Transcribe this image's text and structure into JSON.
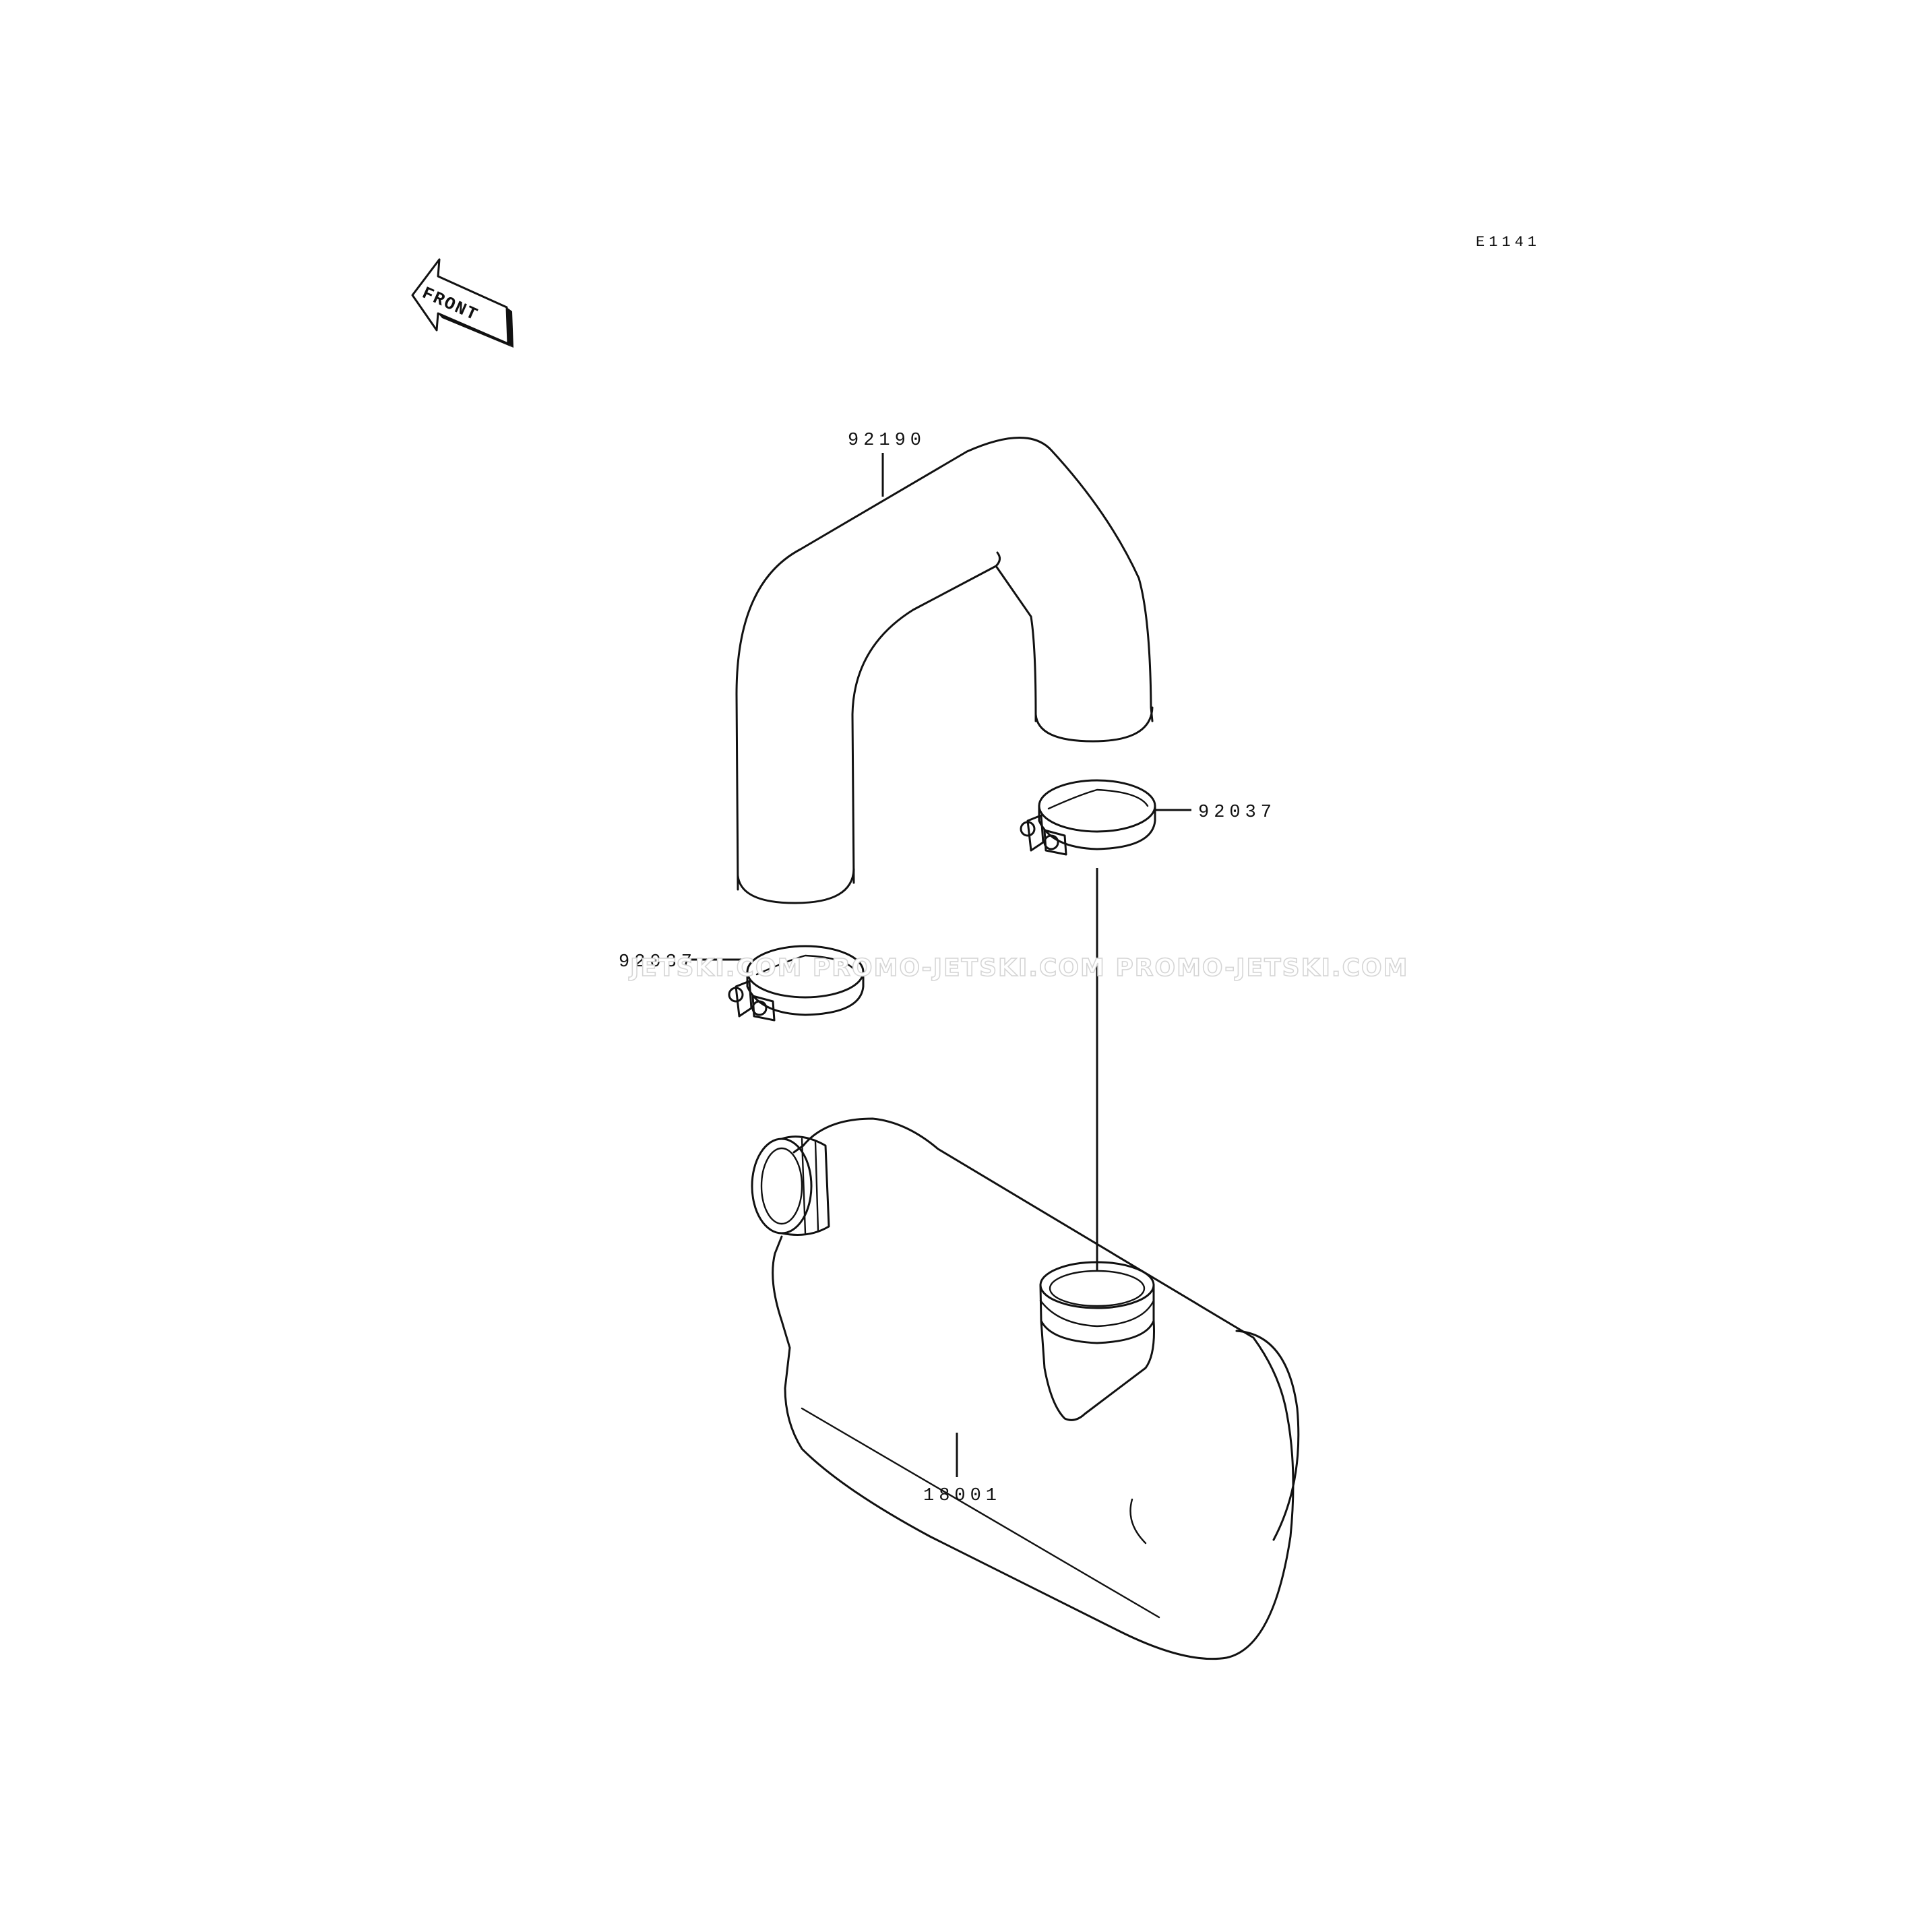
{
  "diagram_code": "E1141",
  "front_indicator": {
    "text": "FRONT",
    "icon": "front-arrow-icon"
  },
  "parts": [
    {
      "number": "92190"
    },
    {
      "number": "92037"
    },
    {
      "number": "92037"
    },
    {
      "number": "18001"
    }
  ],
  "watermark": {
    "text": "JETSKI.COM  PROMO-JETSKI.COM  PROMO-JETSKI.COM"
  }
}
